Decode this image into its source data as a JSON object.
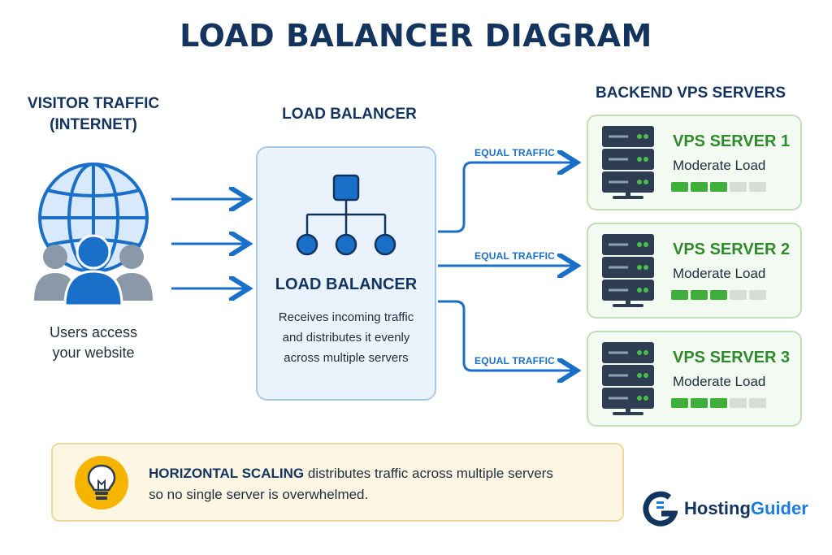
{
  "title": "LOAD BALANCER DIAGRAM",
  "visitor": {
    "heading_line1": "VISITOR TRAFFIC",
    "heading_line2": "(INTERNET)",
    "caption_line1": "Users access",
    "caption_line2": "your website",
    "icon": "globe-users-icon"
  },
  "load_balancer": {
    "heading": "LOAD BALANCER",
    "box_title": "LOAD BALANCER",
    "desc_line1": "Receives incoming traffic",
    "desc_line2": "and distributes it evenly",
    "desc_line3": "across multiple servers",
    "icon": "network-hierarchy-icon"
  },
  "traffic_labels": [
    "EQUAL TRAFFIC",
    "EQUAL TRAFFIC",
    "EQUAL TRAFFIC"
  ],
  "backend": {
    "heading": "BACKEND VPS SERVERS",
    "servers": [
      {
        "name": "VPS SERVER 1",
        "status": "Moderate Load",
        "load_filled": 3,
        "load_total": 5
      },
      {
        "name": "VPS SERVER 2",
        "status": "Moderate Load",
        "load_filled": 3,
        "load_total": 5
      },
      {
        "name": "VPS SERVER 3",
        "status": "Moderate Load",
        "load_filled": 3,
        "load_total": 5
      }
    ]
  },
  "tip": {
    "strong": "HORIZONTAL SCALING",
    "rest_line1": " distributes traffic across multiple servers",
    "line2": "so no single server is overwhelmed.",
    "icon": "lightbulb-icon"
  },
  "brand": {
    "part1": "Hosting",
    "part2": "Guider",
    "icon": "hostingguider-logo-icon"
  },
  "colors": {
    "primary_blue": "#1a6fc8",
    "navy": "#12345f",
    "green": "#3fae3a",
    "amber": "#f4b400"
  }
}
